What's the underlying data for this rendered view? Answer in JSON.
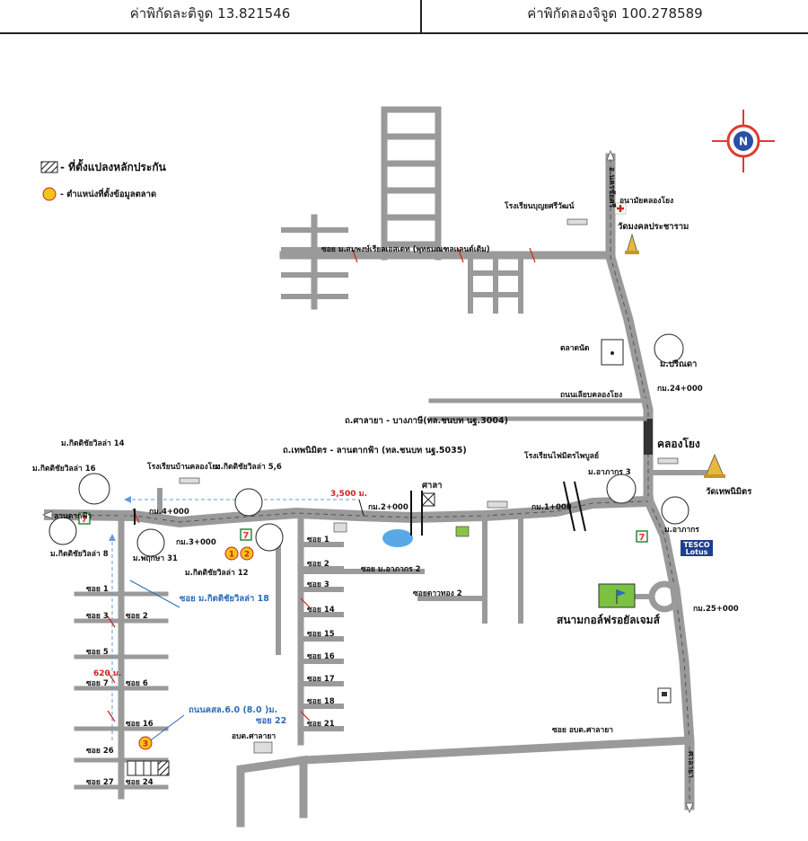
{
  "header": {
    "latitude": "ค่าพิกัดละติจูด 13.821546",
    "longitude": "ค่าพิกัดลองจิจูด 100.278589"
  },
  "legend": {
    "collateral": "- ที่ตั้งแปลงหลักประกัน",
    "market_data": "- ตำแหน่งที่ตั้งข้อมูลตลาด"
  },
  "compass": {
    "label": "N"
  },
  "labels": {
    "school_boon": "โรงเรียนบุญยศรีวัฒน์",
    "health_center": "อนามัยคลองโยง",
    "wat_mongkol": "วัดมงคลประชาราม",
    "to_nakhon_chaisri": "อ.นครชัยศรี",
    "soi_somphong": "ซอย ม.สมพงษ์เรียลเอสเตท (พุทธมณฑลแลนด์เดิม)",
    "talad_nat": "ตลาดนัด",
    "m_parinda": "ม.ปริณดา",
    "km24": "กม.24+000",
    "thanon_liap_khlong": "ถนนเลียบคลองโยง",
    "road_salaya_bangphasi": "ถ.ศาลายา - บางภาษี(ทล.ชนบท นฐ.3004)",
    "khlong_yong": "คลองโยง",
    "road_thep_nimit": "ถ.เทพนิมิตร - ลานตากฟ้า (ทล.ชนบท นฐ.5035)",
    "school_thep_mitr": "โรงเรียนไฟมิตรไพบูลย์",
    "m_kit_14": "ม.กิตติชัยวิลล่า 14",
    "m_kit_16": "ม.กิตติชัยวิลล่า 16",
    "school_ban_khlong": "โรงเรียนบ้านคลองโยง",
    "m_kit_56": "ม.กิตติชัยวิลล่า 5,6",
    "m_athakorn3": "ม.อาภากร 3",
    "wat_thepnimitr": "วัดเทพนิมิตร",
    "dist_3500": "3,500 ม.",
    "sala": "ศาลา",
    "km2": "กม.2+000",
    "km1": "กม.1+000",
    "km4": "กม.4+000",
    "km3": "กม.3+000",
    "lan_tak_fa": "ลานตากฟ้า",
    "m_athakorn": "ม.อาภากร",
    "tesco": "TESCO",
    "lotus": "Lotus",
    "m_kit_8": "ม.กิตติชัยวิลล่า 8",
    "m_phrueksa": "ม.พฤกษา 31",
    "m_kit_12": "ม.กิตติชัยวิลล่า 12",
    "soi_m_athakorn2": "ซอย ม.อาภากร 2",
    "soi_m_kit_18": "ซอย ม.กิตติชัยวิลล่า 18",
    "soi_dao_thong": "ซอยดาวทอง 2",
    "golf": "สนามกอล์ฟรอยัลเจมส์",
    "km25": "กม.25+000",
    "dist_620": "620 ม.",
    "road_kho_sor_lor": "ถนนคสล.6.0 (8.0 )ม.",
    "soi22": "ซอย 22",
    "obt_sala": "อบต.ศาลายา",
    "soi_obt_sala": "ซอย อบต.ศาลายา",
    "to_salaya": "ศาลายา"
  },
  "side_sois": [
    "ซอย 1",
    "ซอย 2",
    "ซอย 3",
    "ซอย 14",
    "ซอย 15",
    "ซอย 16",
    "ซอย 17",
    "ซอย 18",
    "ซอย 21"
  ],
  "left_sois": [
    "ซอย 1",
    "ซอย 3",
    "ซอย 2",
    "ซอย 5",
    "ซอย 7",
    "ซอย 6",
    "ซอย 16",
    "ซอย 26",
    "ซอย 27",
    "ซอย 24"
  ],
  "markers": [
    "1",
    "2",
    "3"
  ],
  "colors": {
    "road": "#9a9a9a",
    "market_marker": "#f2c417",
    "distance_red": "#d42020",
    "annotation_blue": "#2b6cb8",
    "compass_red": "#e03a2f",
    "compass_blue": "#2a4fa8"
  }
}
